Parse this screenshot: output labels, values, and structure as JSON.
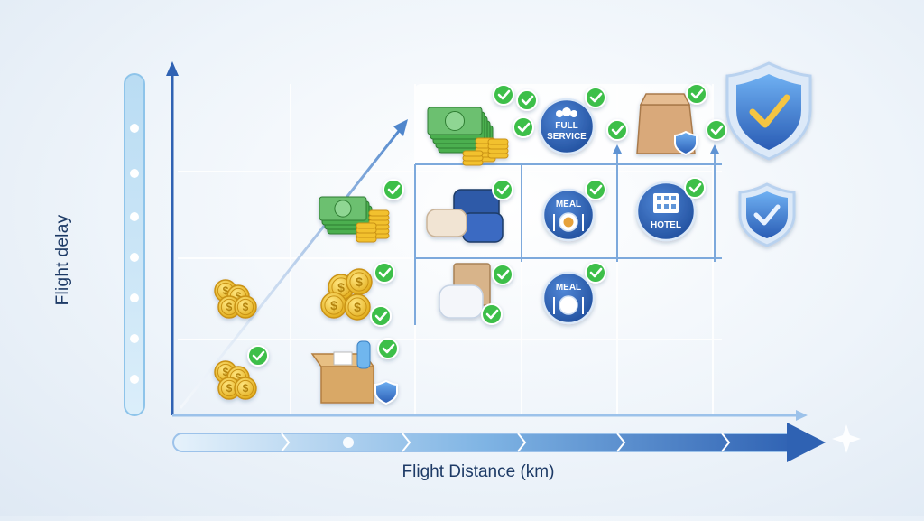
{
  "axis": {
    "y_label": "Flight delay",
    "x_label": "Flight Distance (km)"
  },
  "cells": [
    {
      "row": 1,
      "col": 2,
      "item": "coins-small",
      "checked": false
    },
    {
      "row": 1,
      "col": 3,
      "item": "coins-medium",
      "checked": true
    },
    {
      "row": 1,
      "col": 4,
      "item": "pillow-bag",
      "checked": true
    },
    {
      "row": 1,
      "col": 5,
      "item": "meal-token",
      "checked": true
    },
    {
      "row": 0,
      "col": 2,
      "item": "coins-small",
      "checked": true
    },
    {
      "row": 0,
      "col": 3,
      "item": "care-box",
      "checked": true
    },
    {
      "row": 2,
      "col": 3,
      "item": "cash-stack",
      "checked": true
    },
    {
      "row": 2,
      "col": 4,
      "item": "luggage-blanket",
      "checked": true
    },
    {
      "row": 2,
      "col": 5,
      "item": "meal-token",
      "checked": true
    },
    {
      "row": 2,
      "col": 6,
      "item": "hotel-token",
      "checked": true
    },
    {
      "row": 3,
      "col": 4,
      "item": "cash-large",
      "checked": true
    },
    {
      "row": 3,
      "col": 5,
      "item": "full-service-token",
      "checked": true
    },
    {
      "row": 3,
      "col": 6,
      "item": "paper-bag",
      "checked": true
    }
  ],
  "tokens": {
    "meal_top": "MEAL",
    "meal_bottom": "MEAL",
    "hotel": "HOTEL",
    "full_line1": "FULL",
    "full_line2": "SERVICE"
  },
  "colors": {
    "navy": "#1d3a66",
    "blue": "#2f62b3",
    "check": "#3cbf4a",
    "coin": "#f2c12e",
    "cash": "#4caf50",
    "shield": "#3a7bd5"
  }
}
